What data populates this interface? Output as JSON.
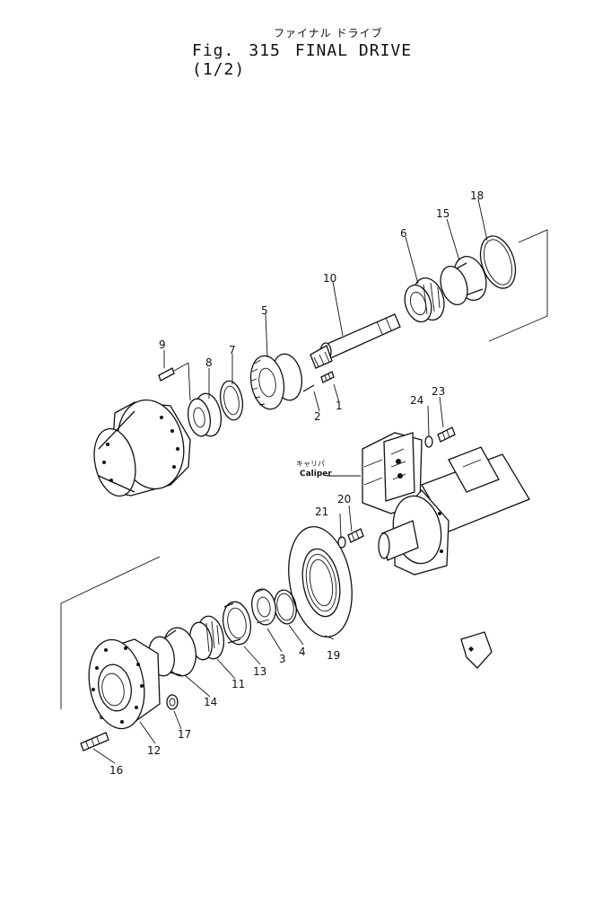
{
  "header": {
    "title_jp": "ファイナル ドライブ",
    "fig_label": "Fig.",
    "fig_number": "315",
    "title_en": "FINAL DRIVE (1/2)"
  },
  "labels": {
    "caliper_jp": "キャリパ",
    "caliper_en": "Caliper"
  },
  "callouts": [
    "1",
    "2",
    "3",
    "4",
    "5",
    "6",
    "8",
    "7",
    "9",
    "10",
    "11",
    "12",
    "13",
    "14",
    "15",
    "16",
    "17",
    "18",
    "19",
    "20",
    "21",
    "23",
    "24"
  ]
}
